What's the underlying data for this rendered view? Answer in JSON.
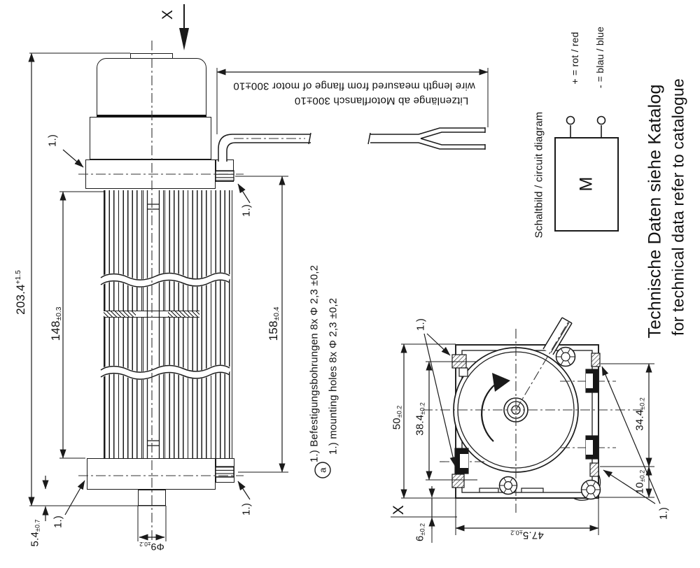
{
  "side_view": {
    "x_marker": "X",
    "callout": "1.)",
    "dim_total_value": "203.4",
    "dim_total_tol": "+1.5",
    "dim_blades_value": "148",
    "dim_blades_tol": "±0.3",
    "dim_holes_value": "158",
    "dim_holes_tol": "±0.4",
    "dim_stub_value": "5.4",
    "dim_stub_tol": "±0.7",
    "dim_shaft_value": "Φ9",
    "dim_shaft_tol": "±0.2",
    "wire_note_de": "Litzenlänge ab Motorflansch 300±10",
    "wire_note_en": "wire length measured from flange of motor 300±10"
  },
  "notes": {
    "ref": "a",
    "line_de": "1.) Befestigungsbohrungen 8x Φ 2,3 ±0,2",
    "line_en": "1.) mounting holes 8x Φ 2,3 ±0,2"
  },
  "circuit": {
    "title": "Schaltbild / circuit diagram",
    "motor_label": "M",
    "plus_label": "+ = rot / red",
    "minus_label": "- = blau / blue"
  },
  "catalog": {
    "line_de": "Technische Daten siehe Katalog",
    "line_en": "for technical data refer to catalogue"
  },
  "end_view": {
    "x_marker": "X",
    "callout": "1.)",
    "dim_width_value": "50",
    "dim_width_tol": "±0.2",
    "dim_left_holes_value": "38.4",
    "dim_left_holes_tol": "±0.2",
    "dim_right_holes_value": "34.4",
    "dim_right_holes_tol": "±0.2",
    "dim_right_bottom_value": "10",
    "dim_right_bottom_tol": "±0.2",
    "dim_xplane_value": "6",
    "dim_xplane_tol": "±0.2",
    "dim_square_value": "47.5",
    "dim_square_tol": "±0.2"
  },
  "colors": {
    "line": "#1a1a1a",
    "background": "#ffffff"
  }
}
